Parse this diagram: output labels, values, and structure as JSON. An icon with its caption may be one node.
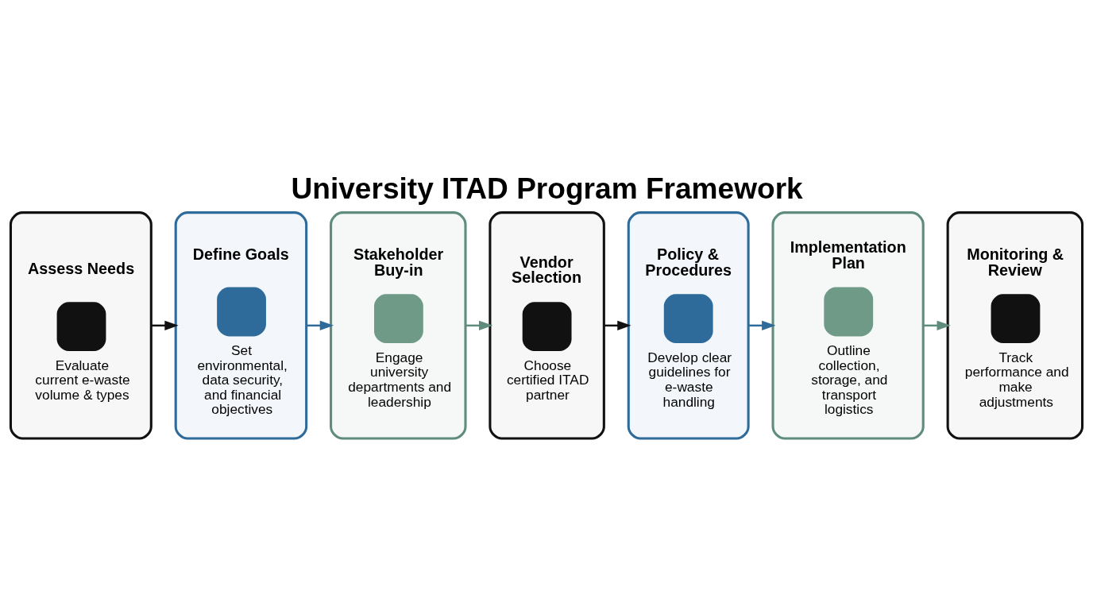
{
  "diagram": {
    "title": "University ITAD Program Framework",
    "nodes": [
      {
        "text": [
          "Assess Needs",
          "Evaluate current e-waste volume & types"
        ]
      },
      {
        "text": [
          "Define Goals",
          "Set environmental, data security, and financial objectives"
        ]
      },
      {
        "text": [
          "Stakeholder Buy-in",
          "Engage university departments and leadership"
        ]
      },
      {
        "text": [
          "Vendor Selection",
          "Choose certified ITAD partner"
        ]
      },
      {
        "text": [
          "Policy & Procedures",
          "Develop clear guidelines for e-waste handling"
        ]
      },
      {
        "text": [
          "Implementation Plan",
          "Outline collection, storage, and transport logistics"
        ]
      },
      {
        "text": [
          "Monitoring & Review",
          "Track performance and make adjustments"
        ]
      }
    ],
    "edges": [
      {
        "from": 0,
        "to": 1,
        "arrow": "to"
      },
      {
        "from": 1,
        "to": 2,
        "arrow": "to",
        "color": "#2f6b9a"
      },
      {
        "from": 2,
        "to": 3,
        "arrow": "to",
        "color": "#5f8c7c"
      },
      {
        "from": 3,
        "to": 4,
        "arrow": "to"
      },
      {
        "from": 4,
        "to": 5,
        "arrow": "to",
        "color": "#2f6b9a"
      },
      {
        "from": 5,
        "to": 6,
        "arrow": "to",
        "color": "#5f8c7c"
      }
    ]
  }
}
